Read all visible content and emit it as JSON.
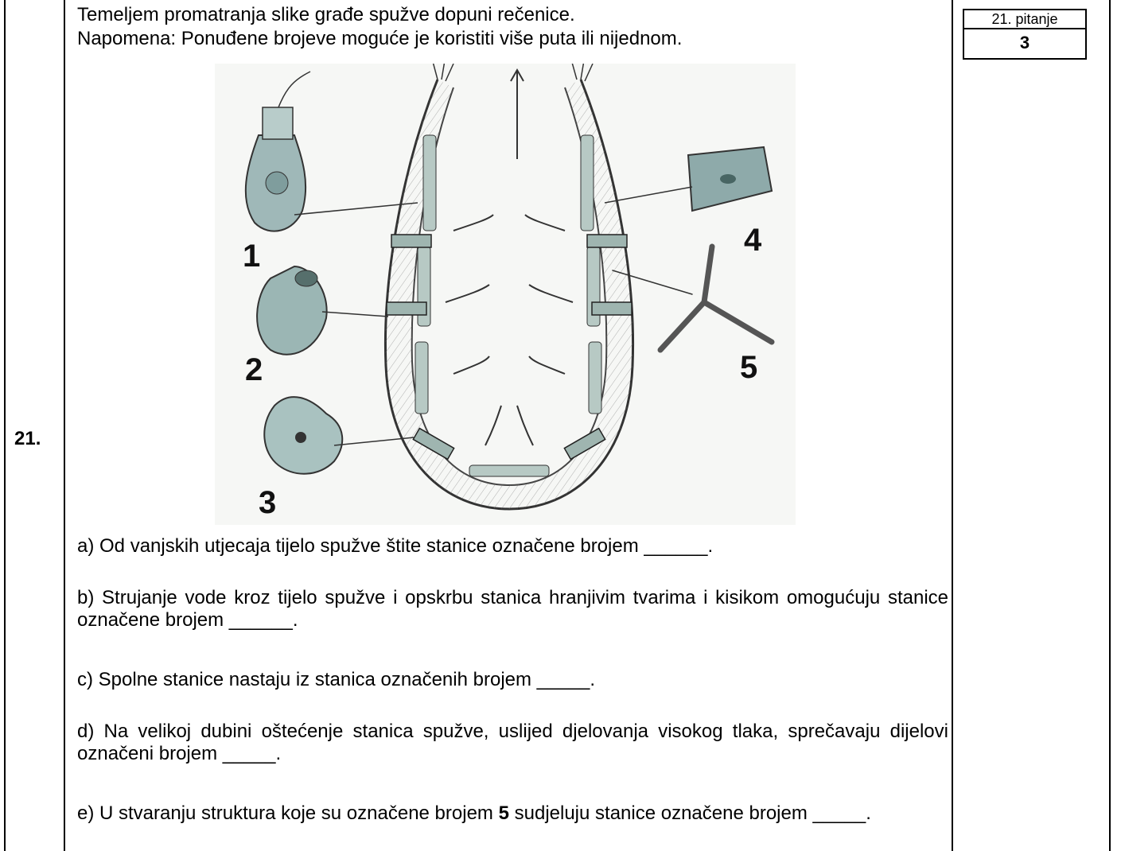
{
  "question": {
    "number": "21.",
    "intro_line1": "Temeljem promatranja slike građe spužve dopuni rečenice.",
    "intro_line2": "Napomena: Ponuđene brojeve moguće je koristiti više puta ili nijednom."
  },
  "score_box": {
    "label": "21. pitanje",
    "value": "3"
  },
  "figure": {
    "labels": [
      "1",
      "2",
      "3",
      "4",
      "5"
    ]
  },
  "items": {
    "a": "a) Od vanjskih utjecaja tijelo spužve štite stanice označene brojem ______.",
    "b": "b) Strujanje vode kroz tijelo spužve i opskrbu stanica hranjivim tvarima i kisikom omogućuju stanice označene brojem ______.",
    "c": "c) Spolne stanice nastaju iz stanica označenih brojem _____.",
    "d": "d) Na velikoj dubini oštećenje stanica spužve, uslijed djelovanja visokog tlaka, sprečavaju dijelovi označeni brojem _____.",
    "e_part1": "e) U stvaranju struktura koje su označene brojem ",
    "e_bold": "5",
    "e_part2": " sudjeluju stanice označene brojem _____."
  }
}
